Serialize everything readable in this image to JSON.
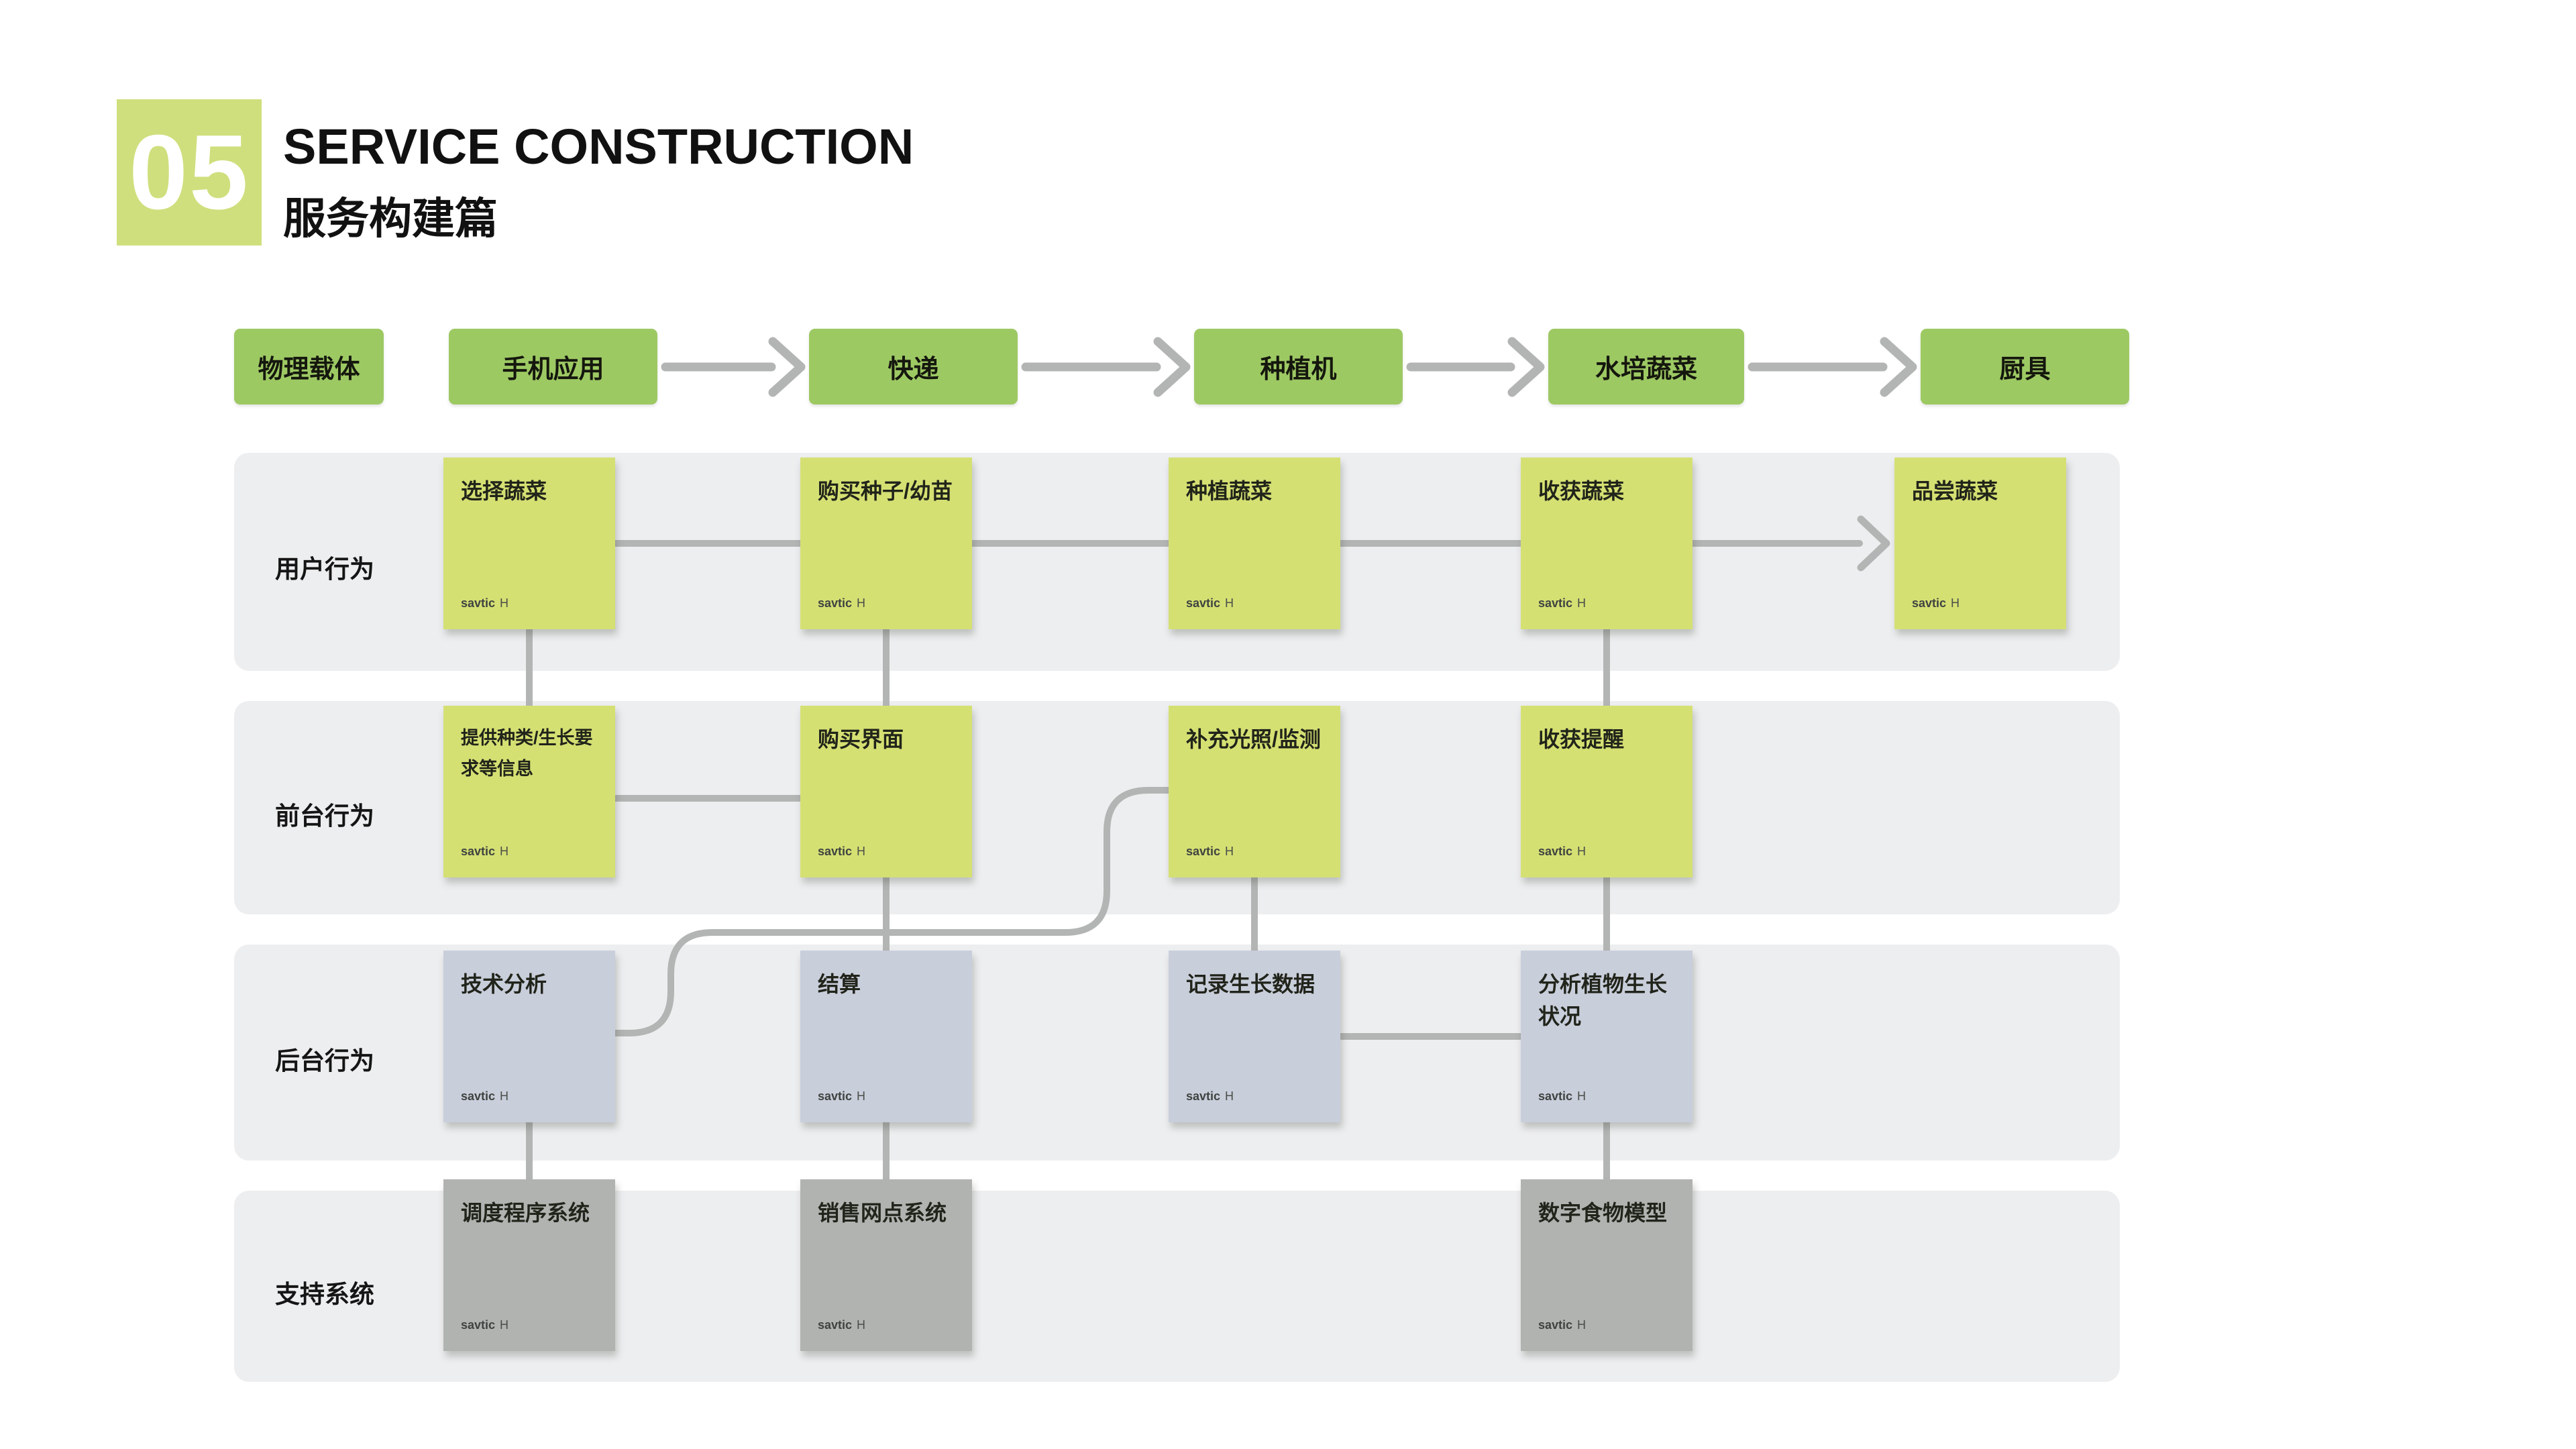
{
  "header": {
    "number": "05",
    "title": "SERVICE CONSTRUCTION",
    "subtitle": "服务构建篇"
  },
  "carrier_row": {
    "label": "物理载体",
    "items": [
      "手机应用",
      "快递",
      "种植机",
      "水培蔬菜",
      "厨具"
    ]
  },
  "note_footer": {
    "brand": "savtic",
    "user": "H"
  },
  "lanes": [
    {
      "label": "用户行为",
      "notes": [
        {
          "title": "选择蔬菜"
        },
        {
          "title": "购买种子/幼苗"
        },
        {
          "title": "种植蔬菜"
        },
        {
          "title": "收获蔬菜"
        },
        {
          "title": "品尝蔬菜"
        }
      ]
    },
    {
      "label": "前台行为",
      "notes": [
        {
          "title": "提供种类/生长要求等信息"
        },
        {
          "title": "购买界面"
        },
        {
          "title": "补充光照/监测"
        },
        {
          "title": "收获提醒"
        }
      ]
    },
    {
      "label": "后台行为",
      "notes": [
        {
          "title": "技术分析"
        },
        {
          "title": "结算"
        },
        {
          "title": "记录生长数据"
        },
        {
          "title": "分析植物生长状况"
        }
      ]
    },
    {
      "label": "支持系统",
      "notes": [
        {
          "title": "调度程序系统"
        },
        {
          "title": "销售网点系统"
        },
        {
          "title": "数字食物模型"
        }
      ]
    }
  ],
  "colors": {
    "header_green": "#cfdf7d",
    "carrier_green": "#9dc963",
    "note_green": "#d5e073",
    "note_lavender": "#c9cedb",
    "note_gray": "#b1b3b1",
    "lane_background": "#edeef0",
    "connector_gray": "#b3b5b4",
    "text_dark": "#111111"
  }
}
